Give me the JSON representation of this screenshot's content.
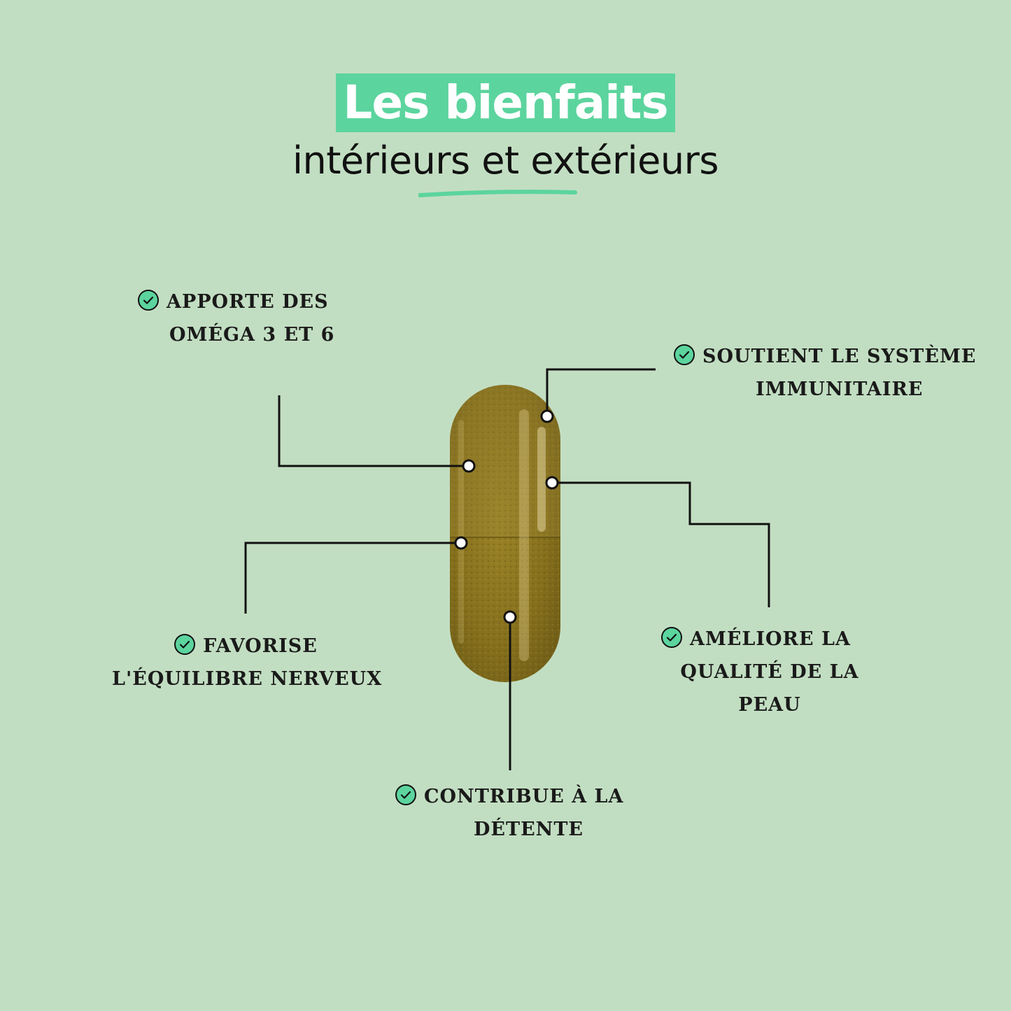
{
  "header": {
    "title": "Les bienfaits",
    "subtitle": "intérieurs et extérieurs"
  },
  "colors": {
    "background": "#c2dec2",
    "accent": "#5cd49e",
    "text": "#1a1a1a",
    "capsule": "#8a7320"
  },
  "benefits": [
    {
      "icon": "check-circle-icon",
      "line1": "APPORTE DES",
      "line2": "OMÉGA 3 ET 6"
    },
    {
      "icon": "check-circle-icon",
      "line1": "SOUTIENT LE SYSTÈME",
      "line2": "IMMUNITAIRE"
    },
    {
      "icon": "check-circle-icon",
      "line1": "FAVORISE",
      "line2": "L'ÉQUILIBRE NERVEUX"
    },
    {
      "icon": "check-circle-icon",
      "line1": "AMÉLIORE LA",
      "line2": "QUALITÉ DE LA",
      "line3": "PEAU"
    },
    {
      "icon": "check-circle-icon",
      "line1": "CONTRIBUE À LA",
      "line2": "DÉTENTE"
    }
  ]
}
